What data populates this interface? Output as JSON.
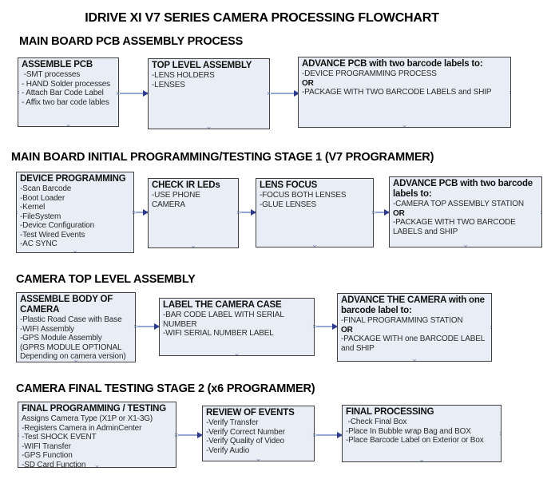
{
  "title": "IDRIVE XI V7 SERIES CAMERA PROCESSING FLOWCHART",
  "icons": {
    "connection_point": "×"
  },
  "colors": {
    "box_fill": "#e8edf6",
    "box_border": "#3f3f3f",
    "arrow_head": "#2e3a8c",
    "arrow_line": "#97a5d3",
    "connector_mark": "#6b79a8"
  },
  "sections": [
    {
      "header": "MAIN BOARD PCB ASSEMBLY PROCESS",
      "boxes": [
        {
          "title": "ASSEMBLE PCB",
          "lines": [
            " -SMT processes",
            "- HAND Solder processes",
            "- Attach Bar Code Label",
            "- Affix two bar code lables"
          ]
        },
        {
          "title": "TOP LEVEL ASSEMBLY",
          "lines": [
            "-LENS HOLDERS",
            "-LENSES"
          ]
        },
        {
          "title": "ADVANCE PCB with two barcode labels to:",
          "lines": [
            "-DEVICE PROGRAMMING PROCESS",
            "OR",
            "-PACKAGE WITH TWO BARCODE LABELS and SHIP"
          ]
        }
      ]
    },
    {
      "header": "MAIN BOARD INITIAL PROGRAMMING/TESTING STAGE 1 (V7 PROGRAMMER)",
      "boxes": [
        {
          "title": "DEVICE PROGRAMMING",
          "lines": [
            "-Scan Barcode",
            "-Boot Loader",
            "-Kernel",
            "-FileSystem",
            "-Device Configuration",
            "-Test Wired Events",
            "-AC SYNC"
          ]
        },
        {
          "title": "CHECK IR LEDs",
          "lines": [
            "-USE PHONE CAMERA"
          ]
        },
        {
          "title": "LENS FOCUS",
          "lines": [
            "-FOCUS BOTH LENSES",
            "-GLUE LENSES"
          ]
        },
        {
          "title": "ADVANCE PCB with two barcode labels to:",
          "lines": [
            "-CAMERA TOP ASSEMBLY STATION",
            "OR",
            "-PACKAGE WITH TWO BARCODE LABELS and SHIP"
          ]
        }
      ]
    },
    {
      "header": "CAMERA TOP LEVEL ASSEMBLY",
      "boxes": [
        {
          "title": "ASSEMBLE BODY OF CAMERA",
          "lines": [
            "-Plastic Road Case with Base",
            "-WIFI Assembly",
            "-GPS Module Assembly",
            "(GPRS MODULE OPTIONAL",
            "Depending on camera version)"
          ]
        },
        {
          "title": "LABEL THE CAMERA CASE",
          "lines": [
            "-BAR CODE LABEL WITH SERIAL NUMBER",
            "-WIFI SERIAL NUMBER LABEL"
          ]
        },
        {
          "title": "ADVANCE THE CAMERA with one barcode label to:",
          "lines": [
            "-FINAL PROGRAMMING STATION",
            "OR",
            "-PACKAGE WITH one BARCODE LABEL and SHIP"
          ]
        }
      ]
    },
    {
      "header": "CAMERA FINAL TESTING STAGE 2 (x6 PROGRAMMER)",
      "boxes": [
        {
          "title": "FINAL PROGRAMMING / TESTING",
          "lines": [
            "Assigns Camera Type (X1P or X1-3G)",
            "-Registers Camera in AdminCenter",
            "-Test SHOCK EVENT",
            "-WIFI Transfer",
            "-GPS Function",
            "-SD Card Function"
          ]
        },
        {
          "title": "REVIEW OF EVENTS",
          "lines": [
            "-Verify Transfer",
            "-Verify Correct Number",
            "-Verify Quality of Video",
            "-Verify Audio"
          ]
        },
        {
          "title": "FINAL PROCESSING",
          "lines": [
            " -Check Final Box",
            "-Place In Bubble wrap Bag and BOX",
            "-Place Barcode Label on Exterior or Box"
          ]
        }
      ]
    }
  ]
}
